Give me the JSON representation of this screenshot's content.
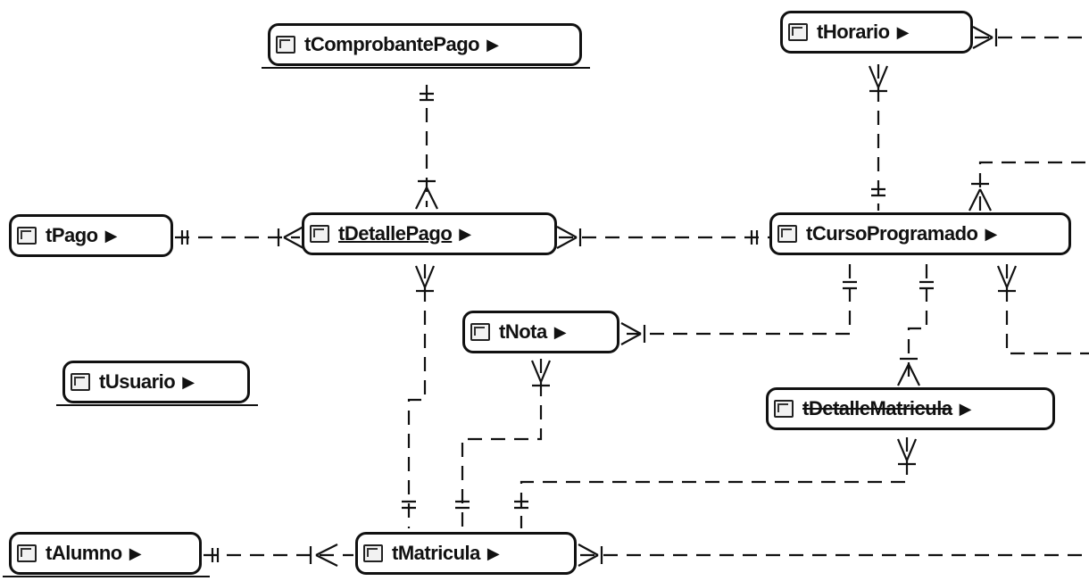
{
  "entities": {
    "tComprobantePago": {
      "label": "tComprobantePago",
      "expand": "▶"
    },
    "tHorario": {
      "label": "tHorario",
      "expand": "▶"
    },
    "tPago": {
      "label": "tPago",
      "expand": "▶"
    },
    "tDetallePago": {
      "label": "tDetallePago",
      "expand": "▶"
    },
    "tCursoProgramado": {
      "label": "tCursoProgramado",
      "expand": "▶"
    },
    "tNota": {
      "label": "tNota",
      "expand": "▶"
    },
    "tUsuario": {
      "label": "tUsuario",
      "expand": "▶"
    },
    "tDetalleMatricula": {
      "label": "tDetalleMatricula",
      "expand": "▶"
    },
    "tAlumno": {
      "label": "tAlumno",
      "expand": "▶"
    },
    "tMatricula": {
      "label": "tMatricula",
      "expand": "▶"
    }
  },
  "icons": {
    "entity": "table-icon",
    "expand": "expand-arrow-icon"
  },
  "colors": {
    "ink": "#111111",
    "background": "#ffffff"
  },
  "relationships": [
    {
      "from": "tComprobantePago",
      "to": "tDetallePago",
      "from_end": "one",
      "to_end": "one-or-many"
    },
    {
      "from": "tPago",
      "to": "tDetallePago",
      "from_end": "one-and-only-one",
      "to_end": "one-or-many"
    },
    {
      "from": "tDetallePago",
      "to": "tCursoProgramado",
      "from_end": "one-or-many",
      "to_end": "one-and-only-one"
    },
    {
      "from": "tDetallePago",
      "to": "tMatricula",
      "from_end": "one-or-many",
      "to_end": "one"
    },
    {
      "from": "tHorario",
      "to": "tCursoProgramado",
      "from_end": "one-or-many",
      "to_end": "one"
    },
    {
      "from": "tCursoProgramado",
      "to": "tNota",
      "from_end": "one",
      "to_end": "one-or-many"
    },
    {
      "from": "tCursoProgramado",
      "to": "tDetalleMatricula",
      "from_end": "one",
      "to_end": "one-or-many"
    },
    {
      "from": "tNota",
      "to": "tMatricula",
      "from_end": "one-or-many",
      "to_end": "one"
    },
    {
      "from": "tDetalleMatricula",
      "to": "tMatricula",
      "from_end": "one-or-many",
      "to_end": "one"
    },
    {
      "from": "tAlumno",
      "to": "tMatricula",
      "from_end": "one-and-only-one",
      "to_end": "one-or-many"
    }
  ]
}
